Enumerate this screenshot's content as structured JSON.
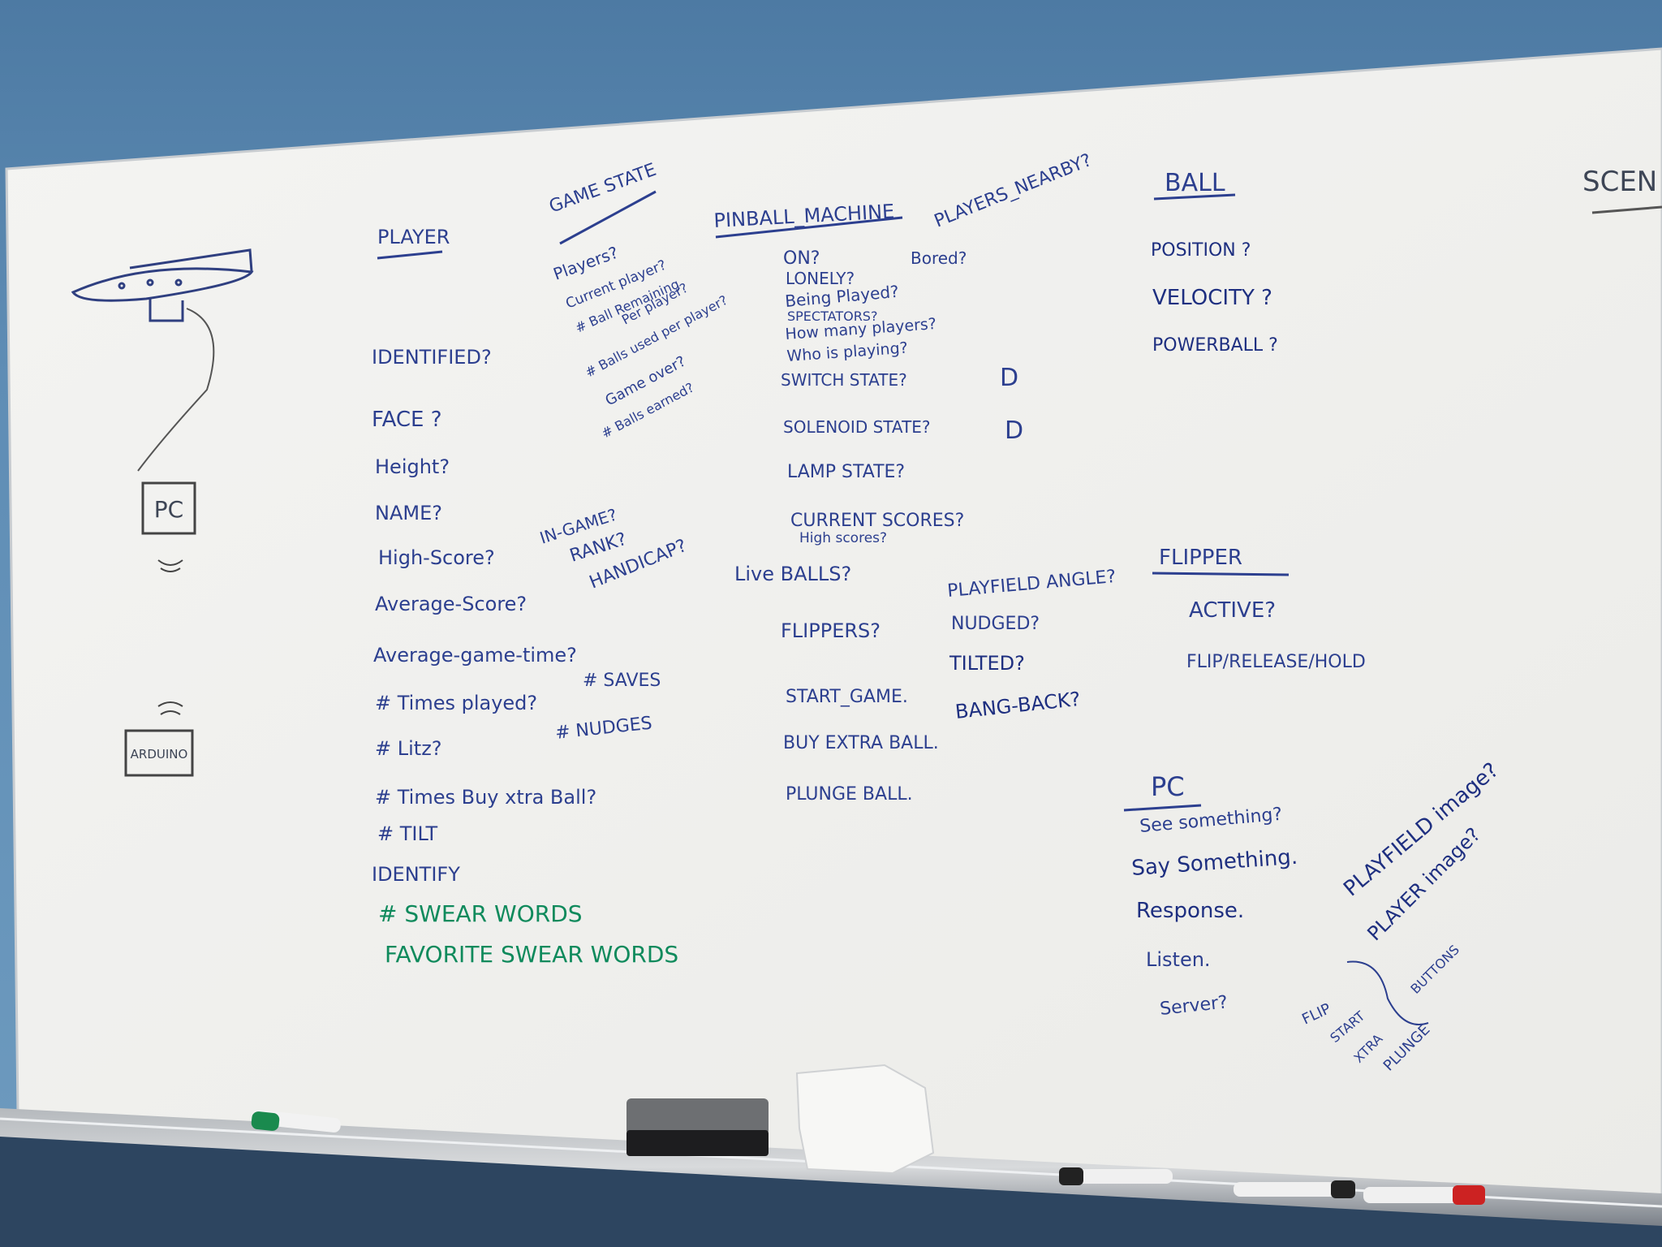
{
  "colors": {
    "wall": "#5f8db5",
    "board": "#f2f2f0",
    "ink_blue": "#2c3f8f",
    "ink_green": "#0f8a5c",
    "ink_gray": "#3d4555"
  },
  "diagram": {
    "pc_label": "PC",
    "arduino_label": "ARDUINO"
  },
  "player": {
    "heading": "PLAYER",
    "items": [
      "IDENTIFIED?",
      "FACE ?",
      "Height?",
      "NAME?",
      "High-Score?",
      "Average-Score?",
      "Average-game-time?",
      "# Times played?",
      "# Litz?",
      "# Times Buy xtra Ball?",
      "# TILT",
      "IDENTIFY"
    ],
    "green_items": [
      "# SWEAR WORDS",
      "FAVORITE SWEAR WORDS"
    ],
    "side_notes": [
      "# SAVES",
      "# NUDGES"
    ],
    "in_game": [
      "IN-GAME?",
      "RANK?",
      "HANDICAP?"
    ]
  },
  "game_state": {
    "heading": "GAME STATE",
    "items": [
      "Players?",
      "Current player?",
      "# Ball Remaining",
      "Per player?",
      "# Balls used per player?",
      "Game over?",
      "# Balls earned?"
    ]
  },
  "pinball_machine": {
    "heading": "PINBALL_MACHINE",
    "players_nearby": "PLAYERS_NEARBY?",
    "items": [
      "ON?",
      "LONELY?",
      "Bored?",
      "Being Played?",
      "SPECTATORS?",
      "How many players?",
      "Who is playing?",
      "SWITCH STATE?",
      "SOLENOID STATE?",
      "LAMP STATE?",
      "CURRENT SCORES?",
      "High scores?",
      "Live BALLS?",
      "FLIPPERS?",
      "START_GAME.",
      "BUY EXTRA BALL.",
      "PLUNGE BALL."
    ],
    "playfield": [
      "PLAYFIELD ANGLE?",
      "NUDGED?",
      "TILTED?",
      "BANG-BACK?"
    ]
  },
  "ball": {
    "heading": "BALL",
    "items": [
      "POSITION ?",
      "VELOCITY ?",
      "POWERBALL ?"
    ]
  },
  "flipper": {
    "heading": "FLIPPER",
    "items": [
      "ACTIVE?",
      "FLIP/RELEASE/HOLD"
    ]
  },
  "pc_section": {
    "heading": "PC",
    "items": [
      "See something?",
      "Say Something.",
      "Response.",
      "Listen.",
      "Server?"
    ],
    "images": [
      "PLAYFIELD image?",
      "PLAYER image?"
    ],
    "buttons_label": "BUTTONS",
    "buttons": [
      "FLIP",
      "START",
      "XTRA",
      "PLUNGE"
    ]
  },
  "scene_heading": "SCEN"
}
